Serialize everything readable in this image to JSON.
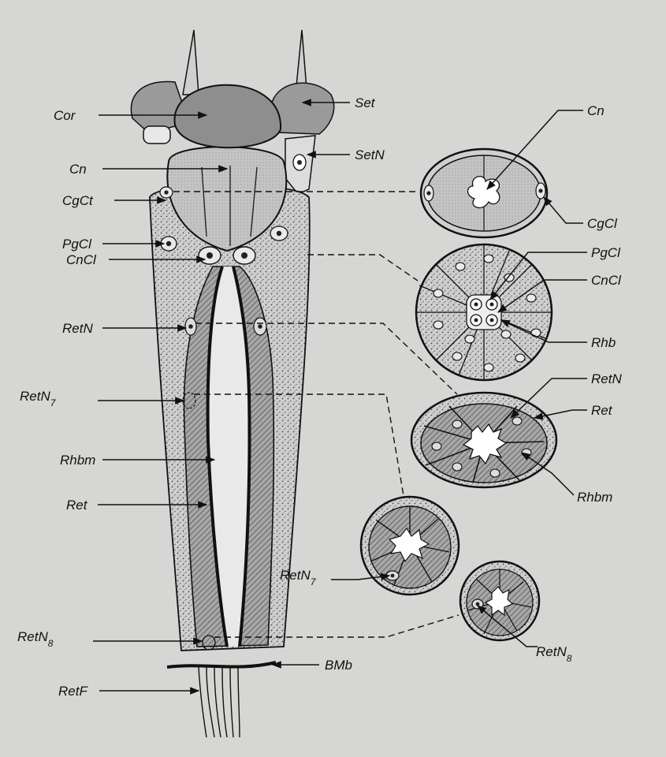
{
  "labels": {
    "cor": "Cor",
    "cn": "Cn",
    "cgct": "CgCt",
    "pgcl": "PgCl",
    "cncl": "CnCl",
    "retn": "RetN",
    "retn7_base": "RetN",
    "retn7_sub": "7",
    "rhbm": "Rhbm",
    "ret": "Ret",
    "retn8_base": "RetN",
    "retn8_sub": "8",
    "retf": "RetF",
    "set": "Set",
    "setn": "SetN",
    "bmb": "BMb",
    "xs_cn": "Cn",
    "xs_cgcl": "CgCl",
    "xs_pgcl": "PgCl",
    "xs_cncl": "CnCl",
    "xs_rhb": "Rhb",
    "xs_retn": "RetN",
    "xs_ret": "Ret",
    "xs_rhbm": "Rhbm",
    "xs_retn7_base": "RetN",
    "xs_retn7_sub": "7",
    "xs_retn8_base": "RetN",
    "xs_retn8_sub": "8"
  }
}
